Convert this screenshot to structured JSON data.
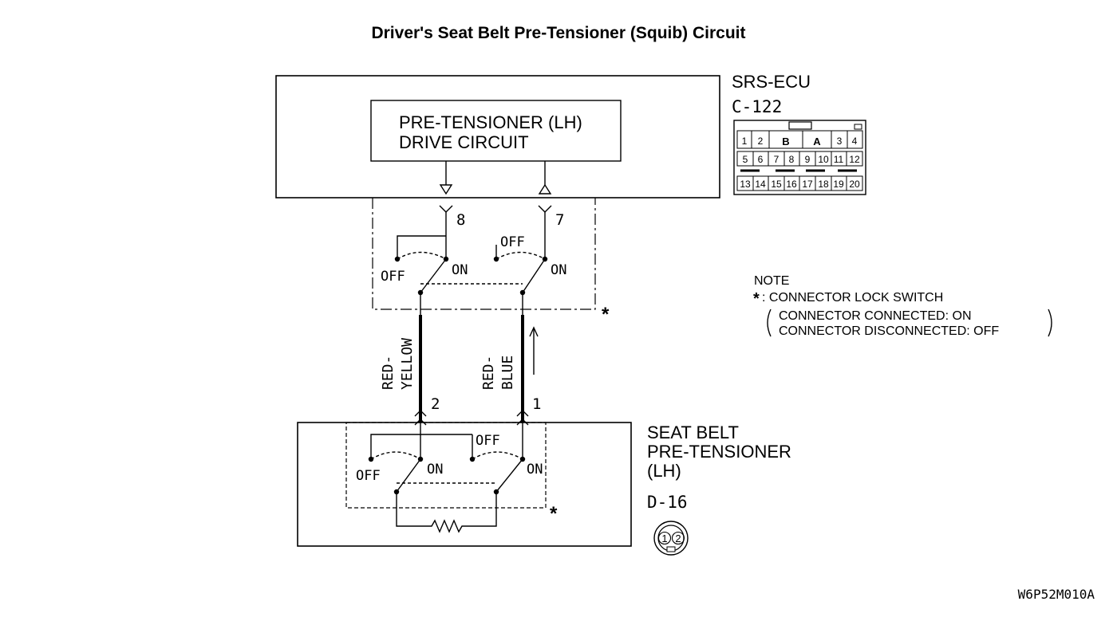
{
  "title": "Driver's Seat Belt Pre-Tensioner (Squib) Circuit",
  "ecu": {
    "name": "SRS-ECU",
    "connector": "C-122",
    "inner_line1": "PRE-TENSIONER (LH)",
    "inner_line2": "DRIVE CIRCUIT",
    "pin_left": "8",
    "pin_right": "7",
    "connector_pins_row1": [
      "1",
      "2",
      "B",
      "A",
      "3",
      "4"
    ],
    "connector_pins_row2": [
      "5",
      "6",
      "7",
      "8",
      "9",
      "10",
      "11",
      "12"
    ],
    "connector_pins_row3": [
      "13",
      "14",
      "15",
      "16",
      "17",
      "18",
      "19",
      "20"
    ]
  },
  "switch_labels": {
    "off": "OFF",
    "on": "ON",
    "star": "*"
  },
  "wires": {
    "left": {
      "color_line1": "RED-",
      "color_line2": "YELLOW"
    },
    "right": {
      "color_line1": "RED-",
      "color_line2": "BLUE"
    }
  },
  "pretensioner": {
    "line1": "SEAT BELT",
    "line2": "PRE-TENSIONER",
    "line3": "(LH)",
    "connector": "D-16",
    "pin_left": "2",
    "pin_right": "1",
    "connector_pins": [
      "1",
      "2"
    ]
  },
  "note": {
    "heading": "NOTE",
    "star": "*",
    "line1": ": CONNECTOR LOCK SWITCH",
    "line2": "CONNECTOR CONNECTED: ON",
    "line3": "CONNECTOR DISCONNECTED: OFF"
  },
  "figure_code": "W6P52M010A"
}
